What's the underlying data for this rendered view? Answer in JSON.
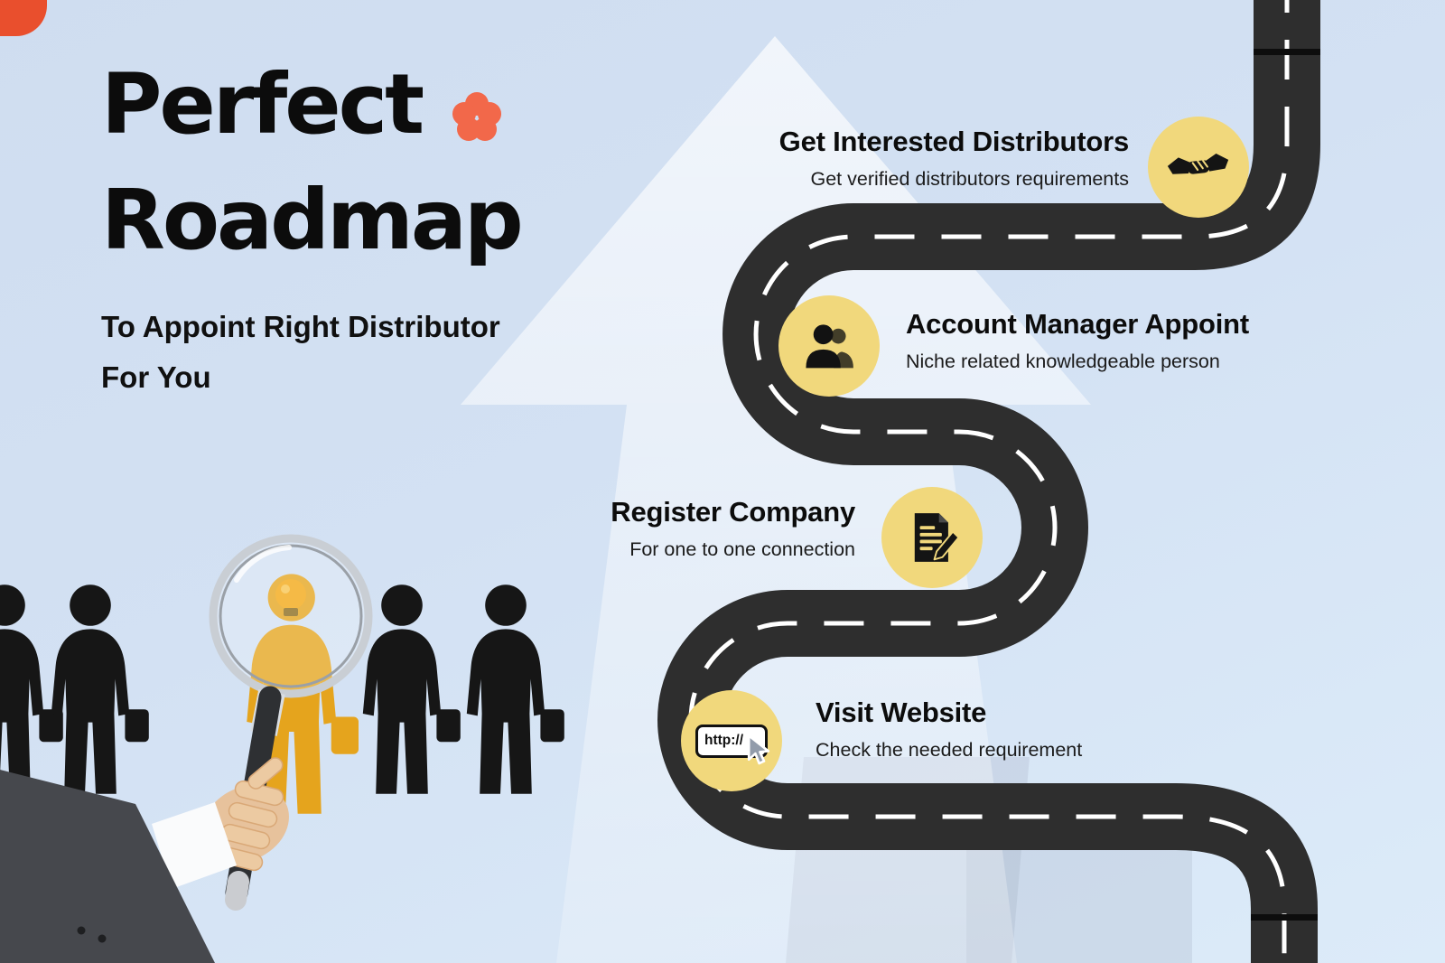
{
  "header": {
    "title_line1": "Perfect",
    "title_line2": "Roadmap",
    "subtitle_line1": "To Appoint Right Distributor",
    "subtitle_line2": "For You"
  },
  "milestones": [
    {
      "title": "Get Interested Distributors",
      "description": "Get verified distributors requirements",
      "icon": "handshake-icon"
    },
    {
      "title": "Account Manager Appoint",
      "description": "Niche related knowledgeable person",
      "icon": "people-icon"
    },
    {
      "title": "Register Company",
      "description": "For one to one connection",
      "icon": "document-pencil-icon"
    },
    {
      "title": "Visit Website",
      "description": "Check the needed requirement",
      "icon": "browser-url-icon",
      "url_label": "http://"
    }
  ],
  "colors": {
    "background_top": "#cfddf0",
    "background_bottom": "#dcebf9",
    "road": "#2e2e2e",
    "road_dash": "#ffffff",
    "milestone_circle": "#f1d87c",
    "accent_flower": "#f2684a",
    "corner_accent": "#e94f2d",
    "text": "#0c0c0c",
    "highlighted_person": "#e5a41d"
  }
}
